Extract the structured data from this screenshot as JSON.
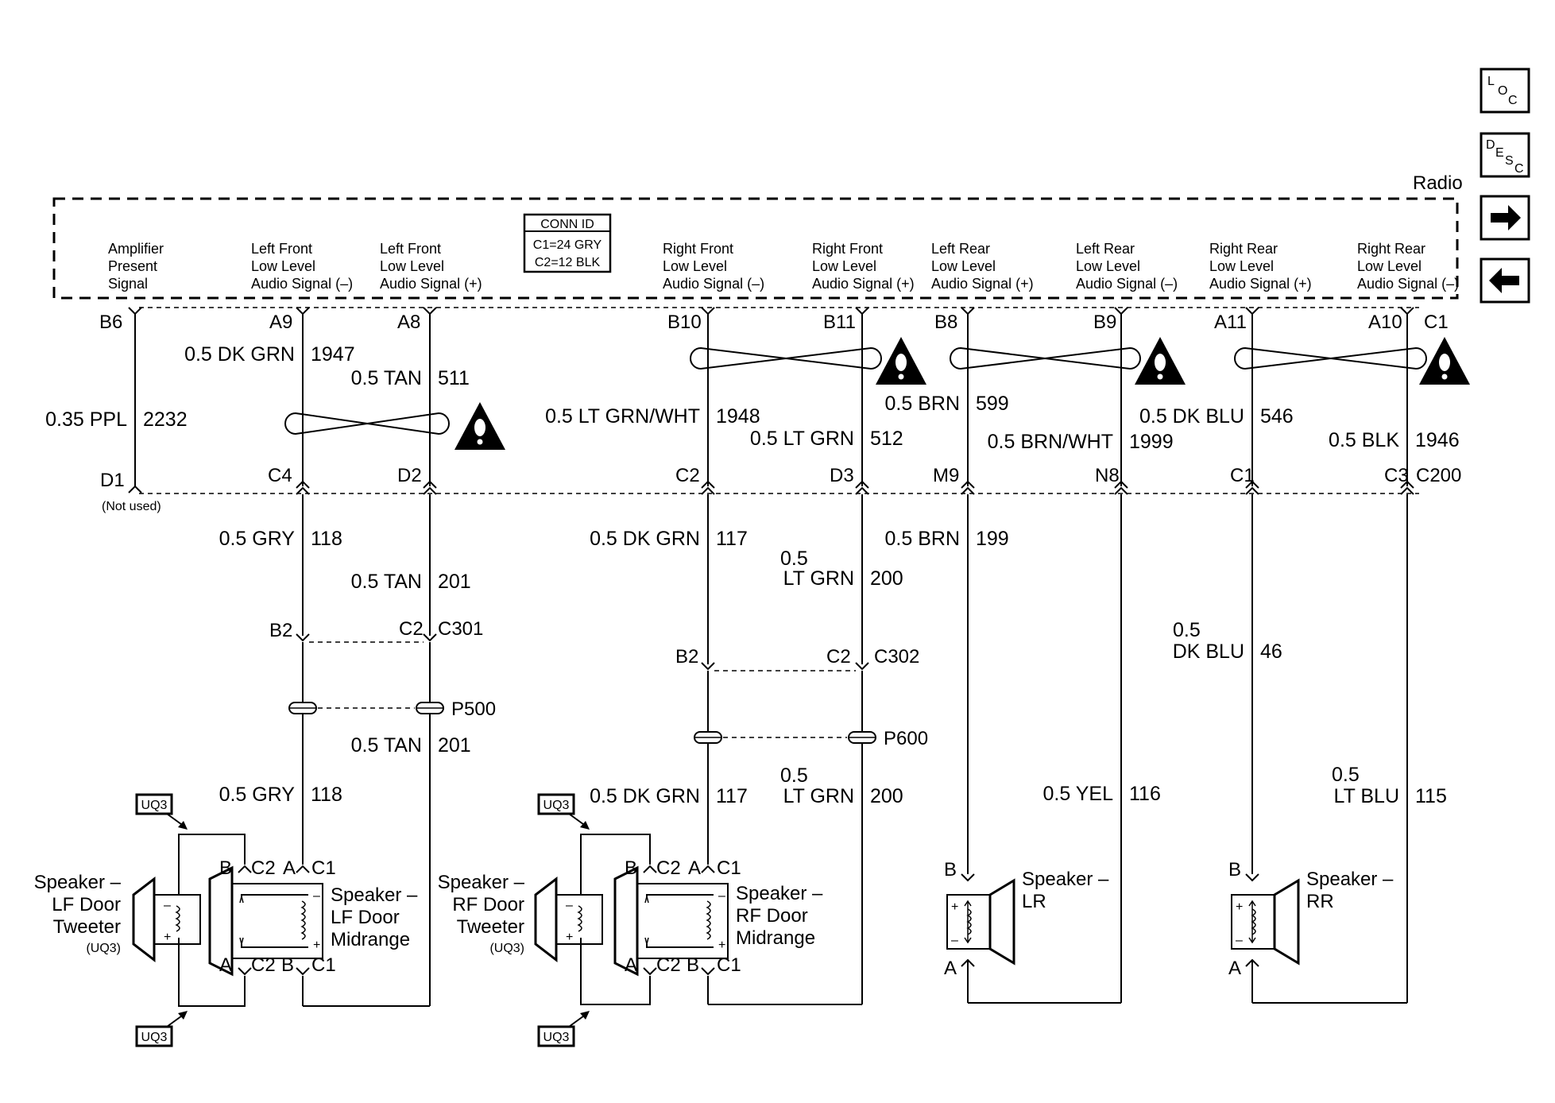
{
  "radio": {
    "title": "Radio",
    "conn_id": {
      "header": "CONN ID",
      "line1": "C1=24 GRY",
      "line2": "C2=12 BLK"
    },
    "signals": [
      [
        "Amplifier",
        "Present",
        "Signal"
      ],
      [
        "Left Front",
        "Low Level",
        "Audio Signal (–)"
      ],
      [
        "Left Front",
        "Low Level",
        "Audio Signal (+)"
      ],
      [
        "Right Front",
        "Low Level",
        "Audio Signal (–)"
      ],
      [
        "Right Front",
        "Low Level",
        "Audio Signal (+)"
      ],
      [
        "Left Rear",
        "Low Level",
        "Audio Signal (+)"
      ],
      [
        "Left Rear",
        "Low Level",
        "Audio Signal (–)"
      ],
      [
        "Right Rear",
        "Low Level",
        "Audio Signal (+)"
      ],
      [
        "Right Rear",
        "Low Level",
        "Audio Signal (–)"
      ]
    ],
    "pins": [
      "B6",
      "A9",
      "A8",
      "B10",
      "B11",
      "B8",
      "B9",
      "A11",
      "A10"
    ],
    "connector": "C1"
  },
  "nav": {
    "loc": [
      "L",
      "O",
      "C"
    ],
    "desc": [
      "D",
      "E",
      "S",
      "C"
    ]
  },
  "upper_wires": [
    [
      "0.35 PPL",
      "2232"
    ],
    [
      "0.5 DK GRN",
      "1947"
    ],
    [
      "0.5 TAN",
      "511"
    ],
    [
      "0.5 LT GRN/WHT",
      "1948"
    ],
    [
      "0.5 LT GRN",
      "512"
    ],
    [
      "0.5 BRN",
      "599"
    ],
    [
      "0.5 BRN/WHT",
      "1999"
    ],
    [
      "0.5 DK BLU",
      "546"
    ],
    [
      "0.5 BLK",
      "1946"
    ]
  ],
  "c200": {
    "name": "C200",
    "pins": [
      "D1",
      "C4",
      "D2",
      "C2",
      "D3",
      "M9",
      "N8",
      "C1",
      "C3"
    ],
    "not_used": "(Not used)"
  },
  "lower_wires": {
    "lf_minus": [
      "0.5 GRY",
      "118"
    ],
    "lf_plus": [
      "0.5 TAN",
      "201"
    ],
    "rf_minus": [
      "0.5 DK GRN",
      "117"
    ],
    "rf_plus": [
      "0.5",
      "LT GRN",
      "200"
    ],
    "lr_plus": [
      "0.5 BRN",
      "199"
    ],
    "lr_minus": [
      "0.5 YEL",
      "116"
    ],
    "rr_plus": [
      "0.5",
      "DK BLU",
      "46"
    ],
    "rr_minus": [
      "0.5",
      "LT BLU",
      "115"
    ]
  },
  "c301": {
    "name": "C301",
    "pin_left": "B2",
    "pin_right": "C2"
  },
  "c302": {
    "name": "C302",
    "pin_left": "B2",
    "pin_right": "C2"
  },
  "p500": {
    "name": "P500"
  },
  "p600": {
    "name": "P600"
  },
  "below_p500": {
    "tan": [
      "0.5 TAN",
      "201"
    ],
    "gry": [
      "0.5 GRY",
      "118"
    ]
  },
  "below_p600": {
    "dkgrn": [
      "0.5 DK GRN",
      "117"
    ],
    "ltgrn": [
      "0.5",
      "LT GRN",
      "200"
    ]
  },
  "option_code": "UQ3",
  "speakers": {
    "lf_tweeter": [
      "Speaker –",
      "LF Door",
      "Tweeter",
      "(UQ3)"
    ],
    "lf_midrange": [
      "Speaker –",
      "LF Door",
      "Midrange"
    ],
    "rf_tweeter": [
      "Speaker –",
      "RF Door",
      "Tweeter",
      "(UQ3)"
    ],
    "rf_midrange": [
      "Speaker –",
      "RF Door",
      "Midrange"
    ],
    "lr": [
      "Speaker –",
      "LR"
    ],
    "rr": [
      "Speaker –",
      "RR"
    ]
  },
  "speaker_pins": {
    "b": "B",
    "a": "A",
    "c2": "C2",
    "c1": "C1"
  },
  "terminal_signs": {
    "minus": "–",
    "plus": "+"
  }
}
